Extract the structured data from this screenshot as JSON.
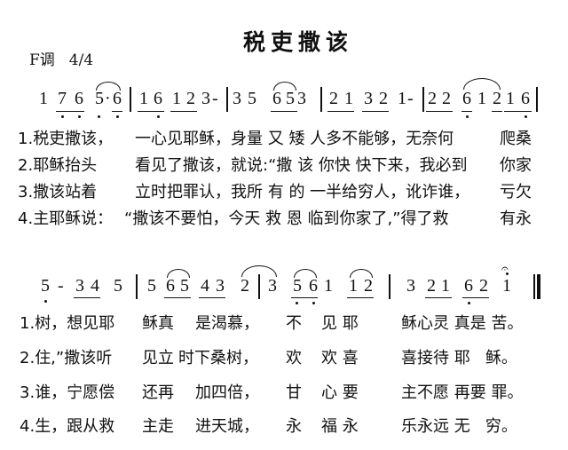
{
  "title": "税吏撒该",
  "key": "F调",
  "time_signature": "4/4",
  "line1": {
    "notes": [
      "1",
      "7",
      "6",
      "5",
      "·",
      "6",
      "1",
      "6",
      "1",
      "2",
      "3",
      "-",
      "3",
      "5",
      "6",
      "5",
      "3",
      "2",
      "1",
      "3",
      "2",
      "1",
      "-",
      "2",
      "2",
      "6",
      "1",
      "2",
      "1",
      "6"
    ]
  },
  "line2": {
    "notes": [
      "5",
      "-",
      "3",
      "4",
      "5",
      "5",
      "6",
      "5",
      "4",
      "3",
      "2",
      "3",
      "5",
      "6",
      "1",
      "1",
      "2",
      "3",
      "2",
      "1",
      "6",
      "2",
      "1"
    ]
  },
  "lyrics1": [
    {
      "num": "1.",
      "a": "税吏撒该，",
      "b": "一心见耶稣，身量 又 矮 人多不能够，无奈何",
      "c": "爬桑"
    },
    {
      "num": "2.",
      "a": "耶稣抬头",
      "b": "看见了撒该，就说:“撒 该 你快 快下来，我必到",
      "c": "你家"
    },
    {
      "num": "3.",
      "a": "撒该站着",
      "b": "立时把罪认，我所 有 的 一半给穷人，讹诈谁，",
      "c": "亏欠"
    },
    {
      "num": "4.",
      "a": "主耶稣说：",
      "b": "“撒该不要怕，今天 救 恩 临到你家了,”得了救",
      "c": "有永"
    }
  ],
  "lyrics2": [
    {
      "num": "1.",
      "a": "树，想见耶",
      "b": "稣真",
      "c": "是渴慕，",
      "d": "不",
      "e": "见 耶",
      "f": "稣心灵 真是 苦。"
    },
    {
      "num": "2.",
      "a": "住,”撒该听",
      "b": "见立",
      "c": "时下桑树，",
      "d": "欢",
      "e": "欢 喜",
      "f": "喜接待 耶   稣。"
    },
    {
      "num": "3.",
      "a": "谁，宁愿偿",
      "b": "还再",
      "c": "加四倍，",
      "d": "甘",
      "e": "心 要",
      "f": "主不愿 再要 罪。"
    },
    {
      "num": "4.",
      "a": "生，跟从救",
      "b": "主走",
      "c": "进天城，",
      "d": "永",
      "e": "福 永",
      "f": "乐永远 无   穷。"
    }
  ]
}
